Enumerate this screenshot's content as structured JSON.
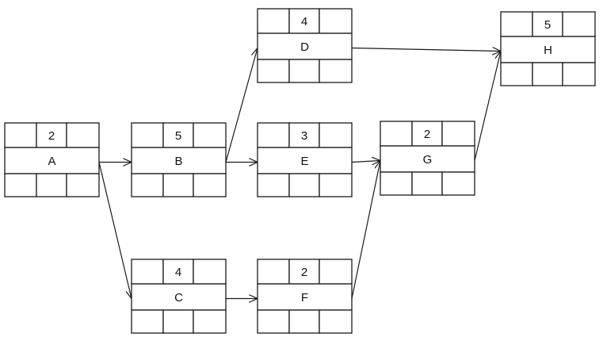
{
  "nodes": [
    {
      "id": "A",
      "name": "A",
      "duration": "2"
    },
    {
      "id": "B",
      "name": "B",
      "duration": "5"
    },
    {
      "id": "C",
      "name": "C",
      "duration": "4"
    },
    {
      "id": "D",
      "name": "D",
      "duration": "4"
    },
    {
      "id": "E",
      "name": "E",
      "duration": "3"
    },
    {
      "id": "F",
      "name": "F",
      "duration": "2"
    },
    {
      "id": "G",
      "name": "G",
      "duration": "2"
    },
    {
      "id": "H",
      "name": "H",
      "duration": "5"
    }
  ],
  "edges": [
    {
      "from": "A",
      "to": "B"
    },
    {
      "from": "A",
      "to": "C"
    },
    {
      "from": "B",
      "to": "D"
    },
    {
      "from": "B",
      "to": "E"
    },
    {
      "from": "C",
      "to": "F"
    },
    {
      "from": "D",
      "to": "H"
    },
    {
      "from": "E",
      "to": "G"
    },
    {
      "from": "F",
      "to": "G"
    },
    {
      "from": "G",
      "to": "H"
    }
  ],
  "colors": {
    "line": "#1a1a1a",
    "text": "#111111",
    "background": "#ffffff"
  }
}
